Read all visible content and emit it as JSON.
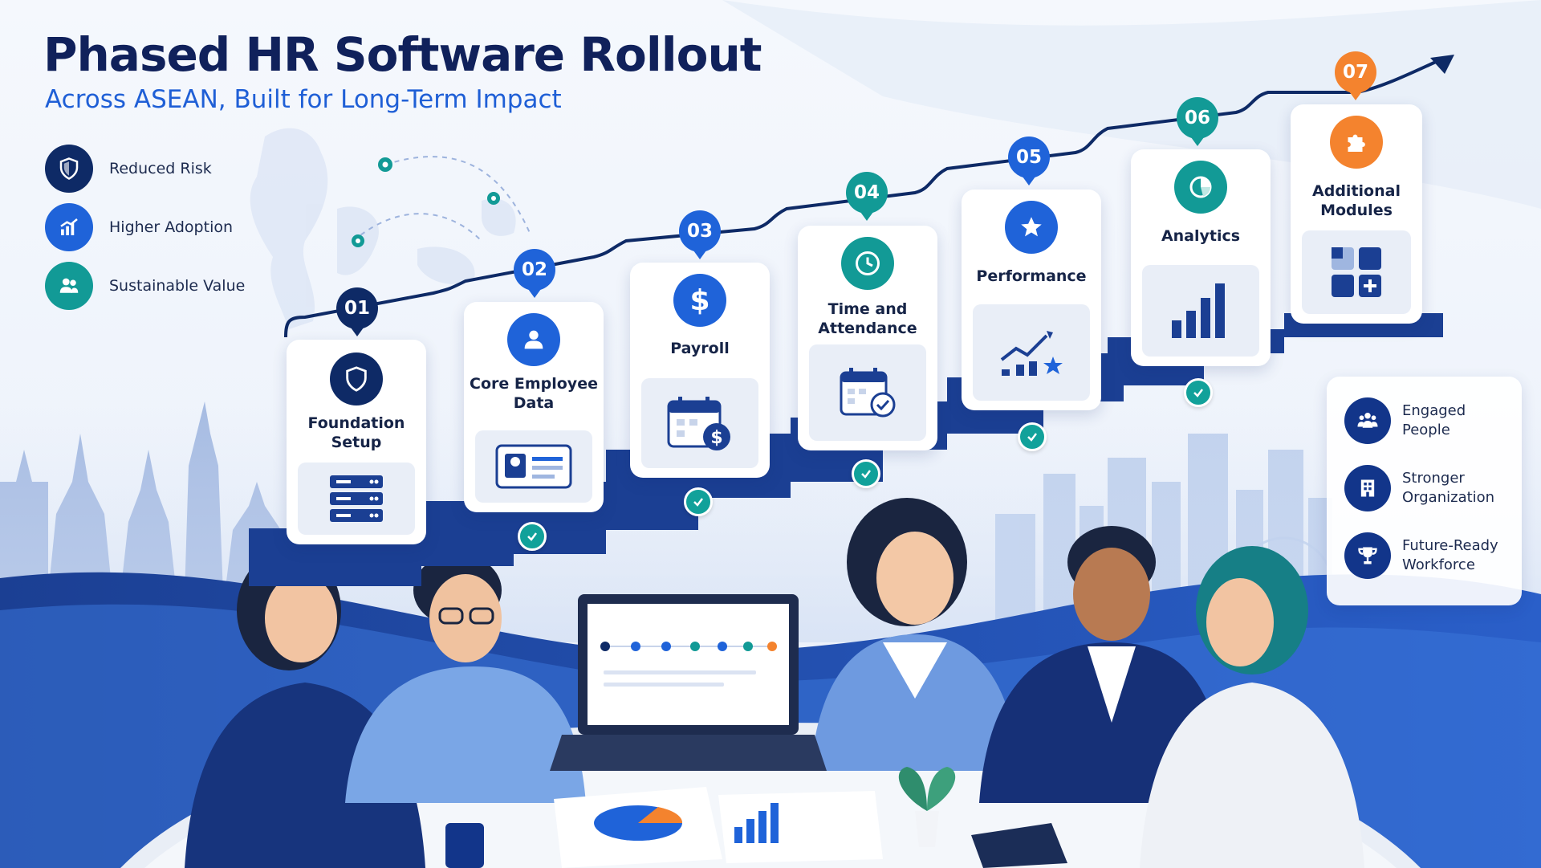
{
  "header": {
    "title": "Phased HR Software Rollout",
    "subtitle": "Across ASEAN, Built for Long-Term Impact"
  },
  "benefits": [
    {
      "label": "Reduced Risk",
      "icon": "shield-icon",
      "color": "#0e2a66"
    },
    {
      "label": "Higher Adoption",
      "icon": "growth-chart-icon",
      "color": "#1f63d9"
    },
    {
      "label": "Sustainable Value",
      "icon": "people-icon",
      "color": "#129a96"
    }
  ],
  "phases": [
    {
      "number": "01",
      "label": "Foundation Setup",
      "icon": "shield-icon",
      "panel_icon": "server-icon",
      "color": "#0e2a66"
    },
    {
      "number": "02",
      "label": "Core Employee Data",
      "icon": "user-icon",
      "panel_icon": "id-card-icon",
      "color": "#1f63d9"
    },
    {
      "number": "03",
      "label": "Payroll",
      "icon": "dollar-icon",
      "panel_icon": "calendar-dollar-icon",
      "color": "#1f63d9"
    },
    {
      "number": "04",
      "label": "Time and Attendance",
      "icon": "clock-icon",
      "panel_icon": "calendar-check-icon",
      "color": "#129a96"
    },
    {
      "number": "05",
      "label": "Performance",
      "icon": "star-icon",
      "panel_icon": "trend-star-icon",
      "color": "#1f63d9"
    },
    {
      "number": "06",
      "label": "Analytics",
      "icon": "pie-chart-icon",
      "panel_icon": "bar-chart-icon",
      "color": "#129a96"
    },
    {
      "number": "07",
      "label": "Additional Modules",
      "icon": "puzzle-icon",
      "panel_icon": "modules-grid-icon",
      "color": "#f4832e"
    }
  ],
  "outcomes": [
    {
      "label": "Engaged People",
      "icon": "group-icon"
    },
    {
      "label": "Stronger Organization",
      "icon": "building-icon"
    },
    {
      "label": "Future-Ready Workforce",
      "icon": "trophy-icon"
    }
  ],
  "colors": {
    "navy": "#0e2a66",
    "blue": "#1f63d9",
    "teal": "#129a96",
    "orange": "#f4832e"
  }
}
